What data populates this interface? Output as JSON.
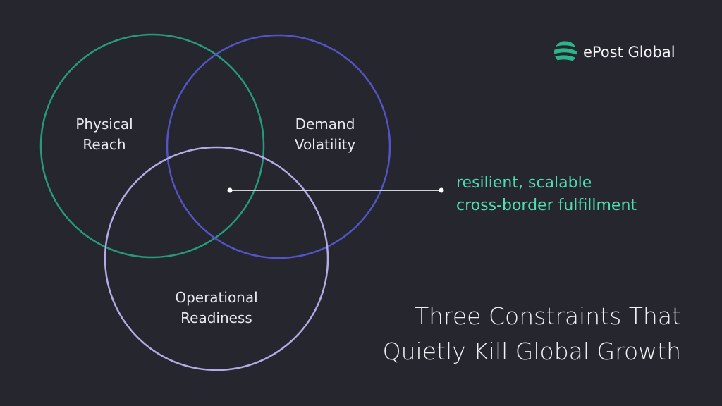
{
  "brand": {
    "name": "ePost Global",
    "color": "#2bb58a"
  },
  "circles": [
    {
      "label_line1": "Physical",
      "label_line2": "Reach",
      "color": "#279a7d"
    },
    {
      "label_line1": "Demand",
      "label_line2": "Volatility",
      "color": "#5553c6"
    },
    {
      "label_line1": "Operational",
      "label_line2": "Readiness",
      "color": "#b4aae6"
    }
  ],
  "annotation": {
    "line1": "resilient, scalable",
    "line2": "cross-border fulfillment",
    "color": "#4fdcae"
  },
  "title": {
    "line1": "Three Constraints That",
    "line2": "Quietly Kill Global Growth"
  }
}
